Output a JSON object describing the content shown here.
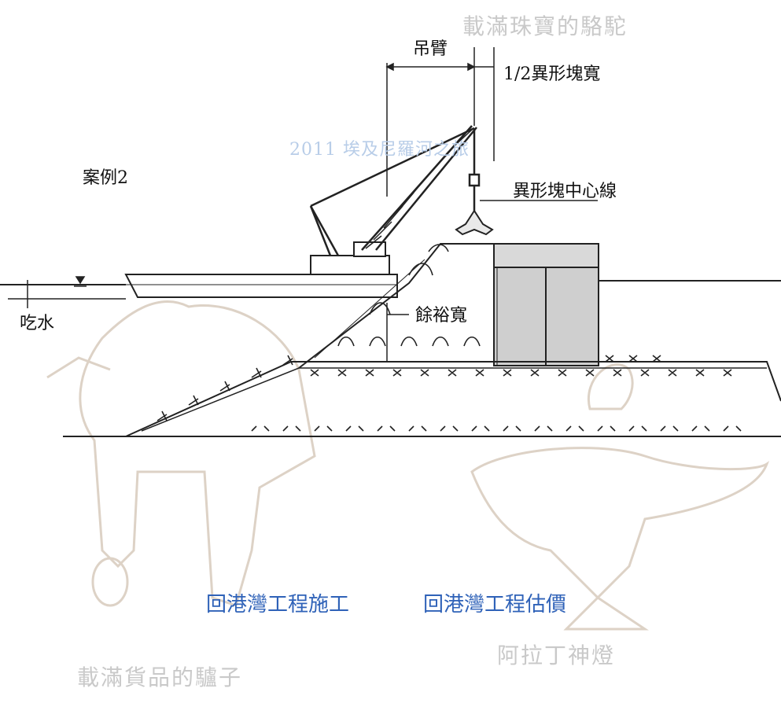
{
  "labels": {
    "arm": "吊臂",
    "half_width": "1/2異形塊寬",
    "case": "案例2",
    "centerline": "異形塊中心線",
    "draft": "吃水",
    "margin": "餘裕寬"
  },
  "watermarks": {
    "top_right": "載滿珠寶的駱駝",
    "center": "2011 埃及尼羅河之旅",
    "bottom_left": "載滿貨品的驢子",
    "bottom_right": "阿拉丁神燈"
  },
  "links": {
    "construction": "回港灣工程施工",
    "estimate": "回港灣工程估價"
  },
  "colors": {
    "link": "#2f62b8",
    "ink": "#111111",
    "watermark": "#c9c9c9"
  }
}
